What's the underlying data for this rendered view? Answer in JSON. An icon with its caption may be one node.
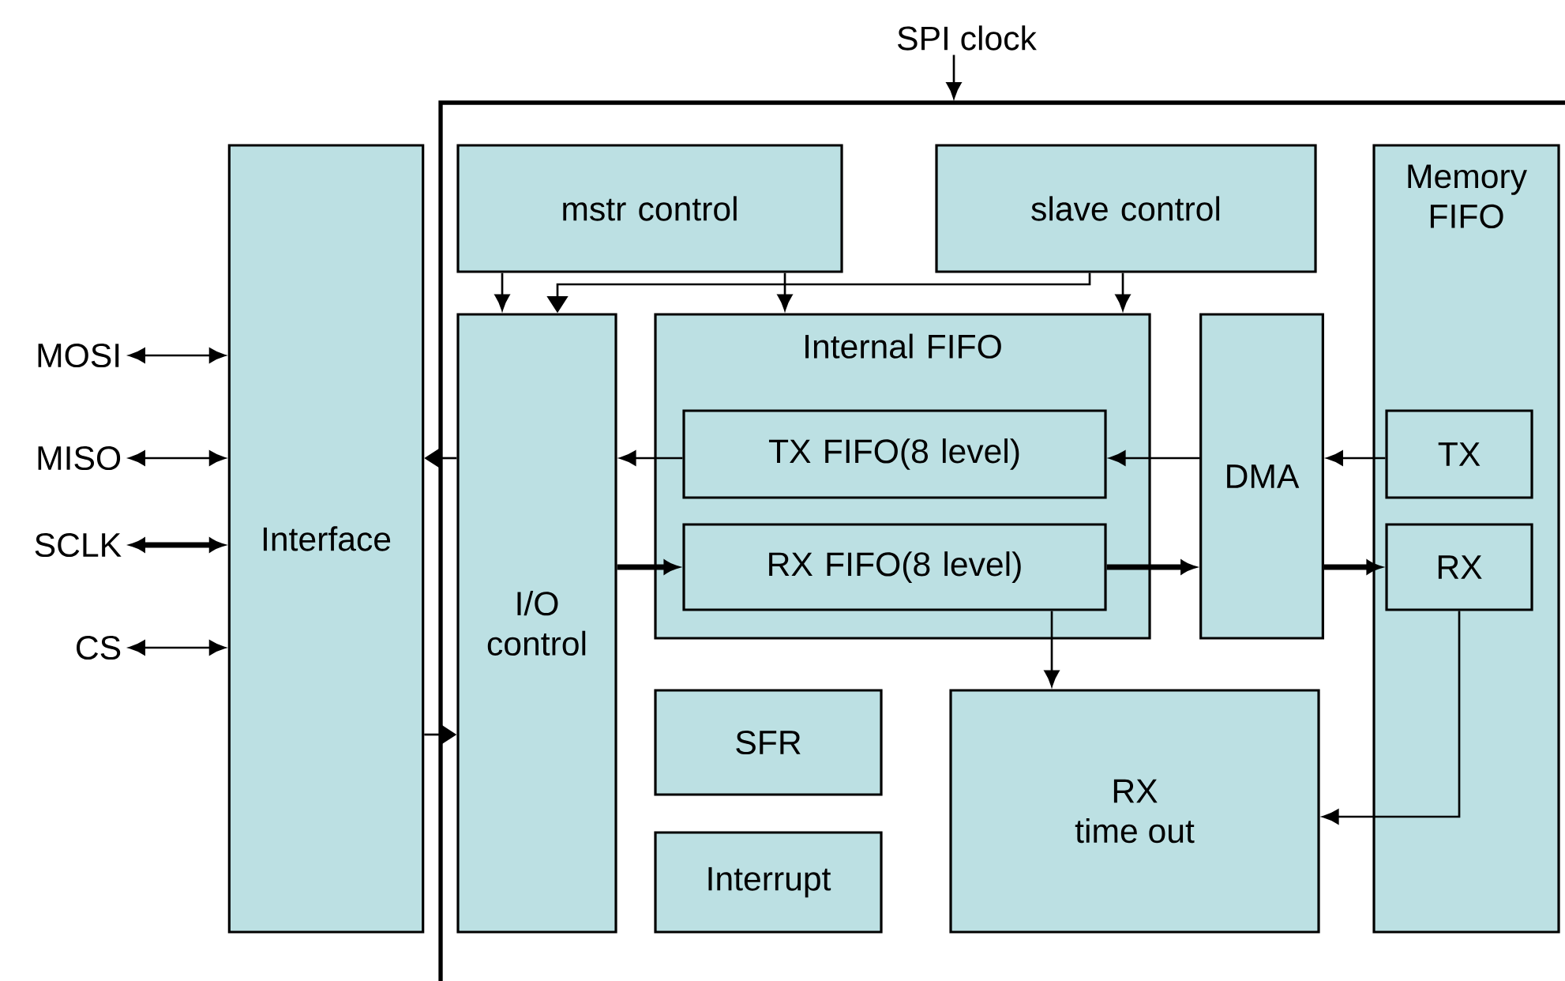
{
  "diagram": {
    "nodes": [
      {
        "text": [
          "MOSI"
        ]
      },
      {
        "text": [
          "MISO"
        ]
      },
      {
        "text": [
          "SCLK"
        ]
      },
      {
        "text": [
          "CS"
        ]
      },
      {
        "text": [
          "Interface"
        ]
      },
      {
        "text": [
          "SPI clock"
        ]
      },
      {
        "text": [
          "mstr control"
        ]
      },
      {
        "text": [
          "slave control"
        ]
      },
      {
        "text": [
          "Memory FIFO"
        ]
      },
      {
        "text": [
          "I/O control"
        ]
      },
      {
        "text": [
          "Internal FIFO"
        ]
      },
      {
        "text": [
          "TX FIFO(8 level)"
        ],
        "in": 10
      },
      {
        "text": [
          "RX FIFO(8 level)"
        ],
        "in": 10
      },
      {
        "text": [
          "DMA"
        ]
      },
      {
        "text": [
          "TX"
        ],
        "in": 8
      },
      {
        "text": [
          "RX"
        ],
        "in": 8
      },
      {
        "text": [
          "SFR"
        ]
      },
      {
        "text": [
          "RX time out"
        ]
      },
      {
        "text": [
          "Interrupt"
        ]
      }
    ],
    "edges": [
      {
        "from": 0,
        "to": 4,
        "arrow": "both"
      },
      {
        "from": 1,
        "to": 4,
        "arrow": "both"
      },
      {
        "from": 2,
        "to": 4,
        "arrow": "both",
        "style": "thick"
      },
      {
        "from": 3,
        "to": 4,
        "arrow": "both"
      },
      {
        "from": 5,
        "to": null,
        "arrow": "to"
      },
      {
        "from": 6,
        "to": 9,
        "arrow": "to"
      },
      {
        "from": 6,
        "to": 10,
        "arrow": "to"
      },
      {
        "from": 7,
        "to": 10,
        "arrow": "to"
      },
      {
        "from": 7,
        "to": 9,
        "arrow": "to"
      },
      {
        "from": 14,
        "to": 13,
        "arrow": "to"
      },
      {
        "from": 13,
        "to": 11,
        "arrow": "to"
      },
      {
        "from": 11,
        "to": 9,
        "arrow": "to"
      },
      {
        "from": 9,
        "to": 4,
        "arrow": "to"
      },
      {
        "from": 9,
        "to": 12,
        "arrow": "to",
        "style": "thick"
      },
      {
        "from": 12,
        "to": 13,
        "arrow": "to",
        "style": "thick"
      },
      {
        "from": 13,
        "to": 15,
        "arrow": "to",
        "style": "thick"
      },
      {
        "from": 12,
        "to": 17,
        "arrow": "to"
      },
      {
        "from": 15,
        "to": 17,
        "arrow": "to"
      },
      {
        "from": 4,
        "to": 9,
        "arrow": "to"
      }
    ]
  }
}
